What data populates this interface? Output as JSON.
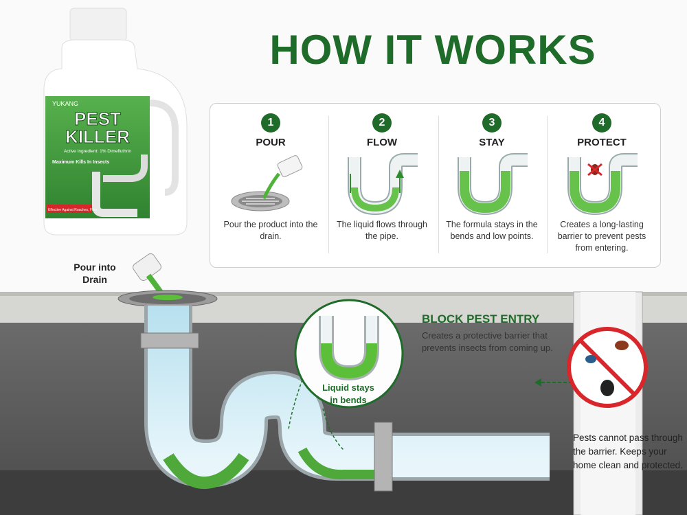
{
  "header": {
    "title": "HOW IT WORKS"
  },
  "product": {
    "brand": "YUKANG",
    "name_line1": "PEST",
    "name_line2": "KILLER",
    "ingredient": "Active Ingredient: 1% Dimefluthrin",
    "tagline": "Maximum Kills In Insects",
    "badge": "Effective Against Roaches, Flies"
  },
  "steps": [
    {
      "num": "1",
      "name": "POUR",
      "desc": "Pour the product into the drain."
    },
    {
      "num": "2",
      "name": "FLOW",
      "desc": "The liquid flows through the pipe."
    },
    {
      "num": "3",
      "name": "STAY",
      "desc": "The formula stays in the bends and low points."
    },
    {
      "num": "4",
      "name": "PROTECT",
      "desc": "Creates a long-lasting barrier to prevent pests from entering."
    }
  ],
  "diagram": {
    "pour_label": "Pour into Drain",
    "stays_label": "Liquid stays in bends",
    "block_title": "BLOCK PEST ENTRY",
    "block_desc": "Creates a protective barrier that prevents insects from coming up.",
    "pests_text": "Pests cannot pass through the barrier. Keeps your home clean and protected."
  },
  "colors": {
    "brand_green": "#1f6b2a",
    "liquid_green": "#5cbf3a",
    "warning_red": "#d8262a"
  }
}
